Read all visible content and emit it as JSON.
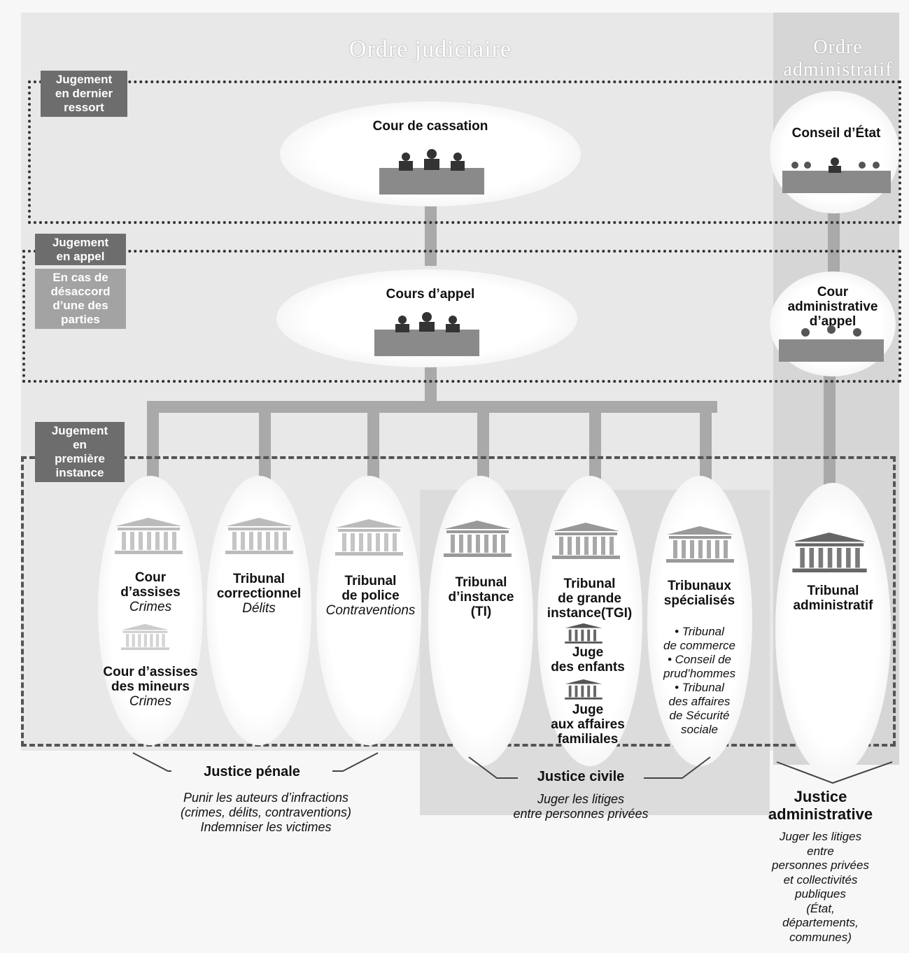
{
  "headers": {
    "judiciaire": "Ordre judiciaire",
    "administratif_line1": "Ordre",
    "administratif_line2": "administratif"
  },
  "tags": {
    "dernier_ressort": [
      "Jugement",
      "en dernier",
      "ressort"
    ],
    "appel": [
      "Jugement",
      "en appel"
    ],
    "appel_desaccord": [
      "En cas de",
      "désaccord",
      "d’une des",
      "parties"
    ],
    "premiere_instance": [
      "Jugement",
      "en",
      "première",
      "instance"
    ]
  },
  "courts": {
    "cassation": "Cour de cassation",
    "conseil_etat": "Conseil d’État",
    "cours_appel": "Cours d’appel",
    "caa": [
      "Cour",
      "administrative",
      "d’appel"
    ],
    "assises": {
      "name": [
        "Cour",
        "d’assises"
      ],
      "sub": "Crimes"
    },
    "assises_mineurs": {
      "name": [
        "Cour d’assises",
        "des mineurs"
      ],
      "sub": "Crimes"
    },
    "correctionnel": {
      "name": [
        "Tribunal",
        "correctionnel"
      ],
      "sub": "Délits"
    },
    "police": {
      "name": [
        "Tribunal",
        "de police"
      ],
      "sub": "Contraventions"
    },
    "instance": {
      "name": [
        "Tribunal",
        "d’instance",
        "(TI)"
      ]
    },
    "grande_instance": {
      "name": [
        "Tribunal",
        "de grande",
        "instance(TGI)"
      ]
    },
    "juge_enfants": [
      "Juge",
      "des enfants"
    ],
    "juge_familiales": [
      "Juge",
      "aux affaires",
      "familiales"
    ],
    "specialises": {
      "name": [
        "Tribunaux",
        "spécialisés"
      ],
      "items": [
        "• Tribunal",
        "de commerce",
        "• Conseil de",
        "prud’hommes",
        "• Tribunal",
        "des affaires",
        "de Sécurité",
        "sociale"
      ]
    },
    "administratif": [
      "Tribunal",
      "administratif"
    ]
  },
  "branches": {
    "penale": {
      "title": "Justice pénale",
      "desc": [
        "Punir les auteurs d’infractions",
        "(crimes, délits, contraventions)",
        "Indemniser les victimes"
      ]
    },
    "civile": {
      "title": "Justice civile",
      "desc": [
        "Juger les litiges",
        "entre personnes privées"
      ]
    },
    "administrative": {
      "title": [
        "Justice",
        "administrative"
      ],
      "desc": [
        "Juger les litiges",
        "entre",
        "personnes privées",
        "et collectivités",
        "publiques",
        "(État,",
        "départements,",
        "communes)"
      ]
    }
  },
  "colors": {
    "panel": "#e9e9e9",
    "panel_dark": "#d9d9d9",
    "tag_dark": "#6d6d6d",
    "tag_light": "#a3a3a3",
    "bar": "#a9a9a9"
  }
}
